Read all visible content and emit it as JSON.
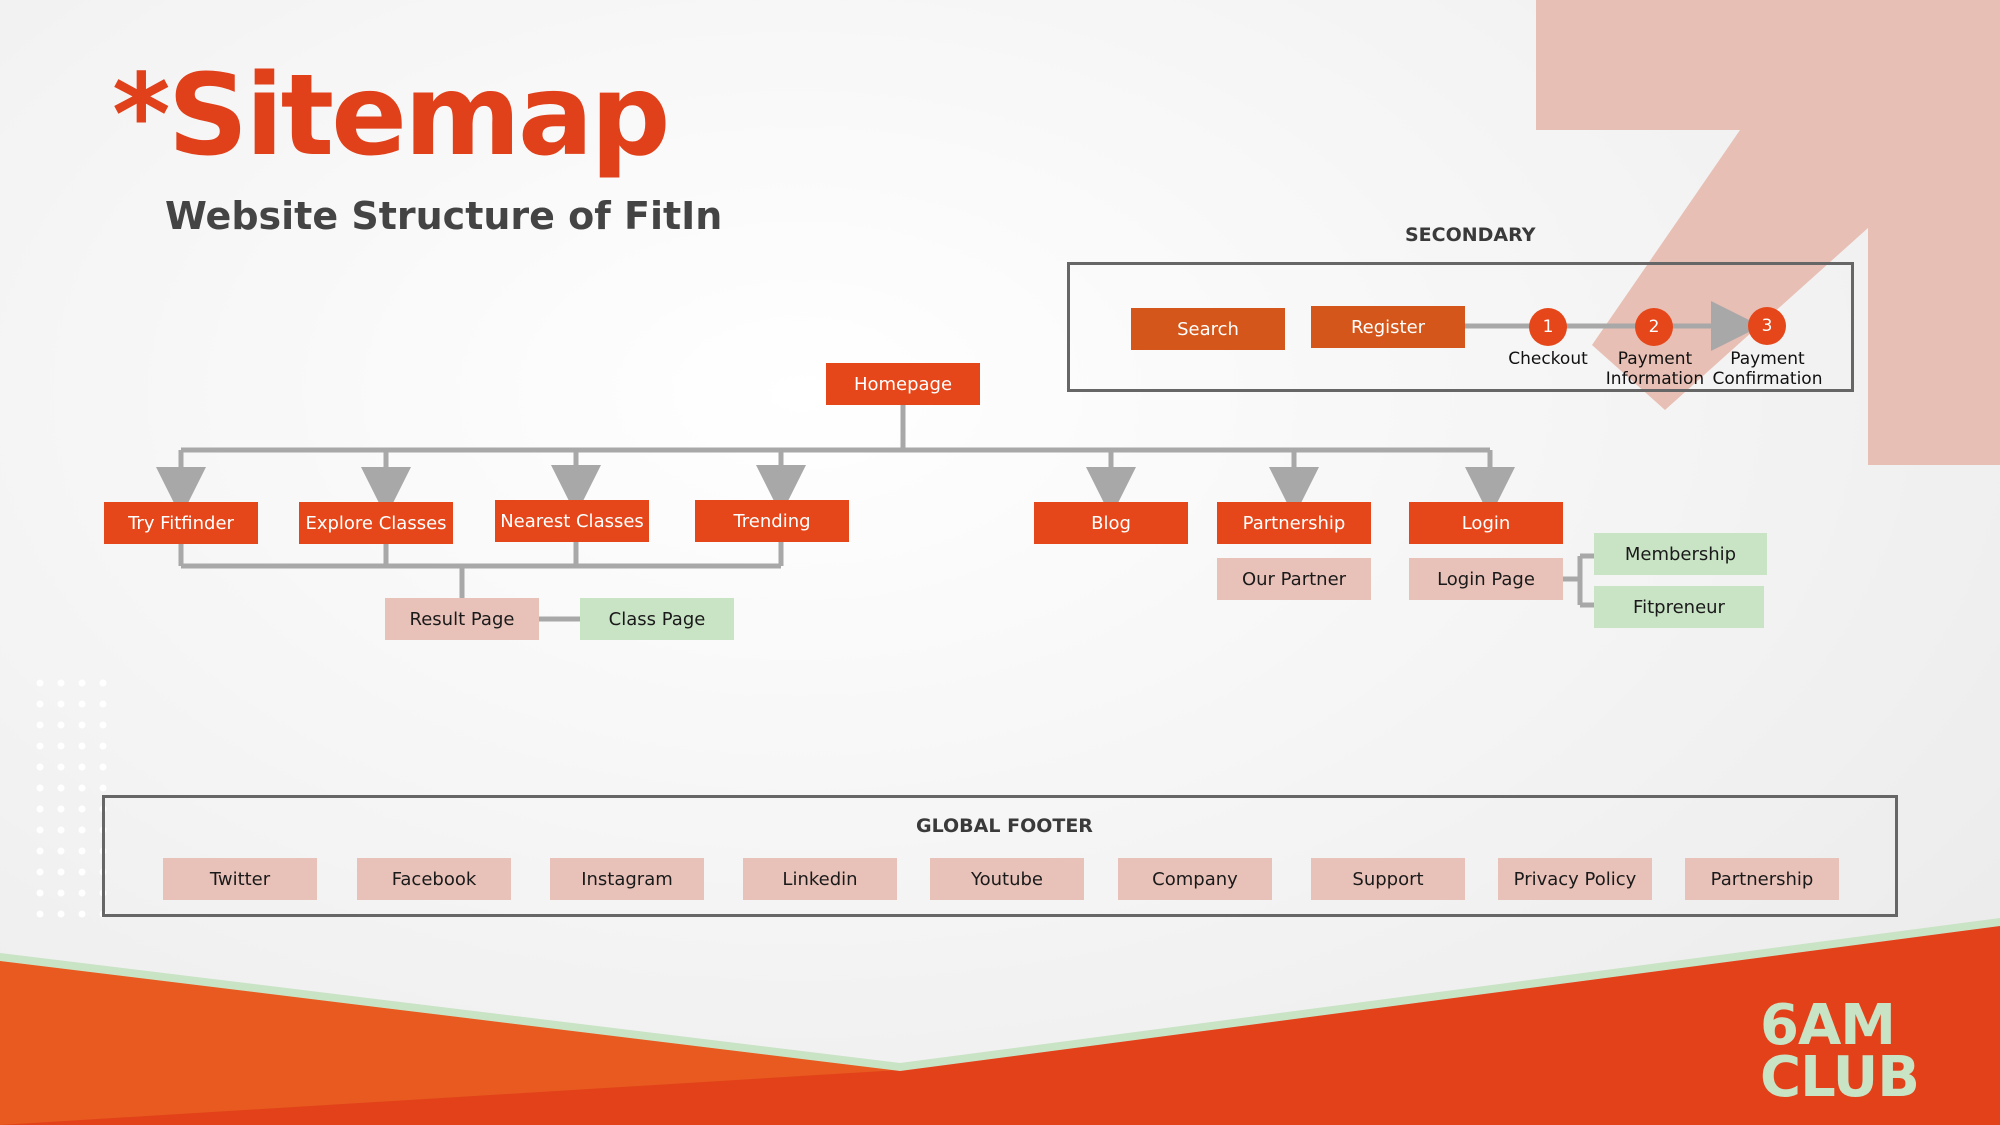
{
  "header": {
    "title": "*Sitemap",
    "subtitle": "Website Structure of FitIn"
  },
  "secondary": {
    "heading": "SECONDARY",
    "search": "Search",
    "register": "Register",
    "steps": [
      {
        "num": "1",
        "label": "Checkout"
      },
      {
        "num": "2",
        "label": "Payment Information"
      },
      {
        "num": "3",
        "label": "Payment Confirmation"
      }
    ]
  },
  "tree": {
    "root": "Homepage",
    "level1": [
      "Try Fitfinder",
      "Explore Classes",
      "Nearest Classes",
      "Trending",
      "Blog",
      "Partnership",
      "Login"
    ],
    "result_page": "Result Page",
    "class_page": "Class Page",
    "our_partner": "Our Partner",
    "login_page": "Login Page",
    "membership": "Membership",
    "fitpreneur": "Fitpreneur"
  },
  "footer": {
    "heading": "GLOBAL FOOTER",
    "items": [
      "Twitter",
      "Facebook",
      "Instagram",
      "Linkedin",
      "Youtube",
      "Company",
      "Support",
      "Privacy Policy",
      "Partnership"
    ]
  },
  "brand": {
    "logo_line1": "6AM",
    "logo_line2": "CLUB"
  },
  "colors": {
    "primary": "#e5471a",
    "node_pink": "#e8c1b8",
    "node_green": "#c9e3c5",
    "connector": "#a8a8a8"
  }
}
